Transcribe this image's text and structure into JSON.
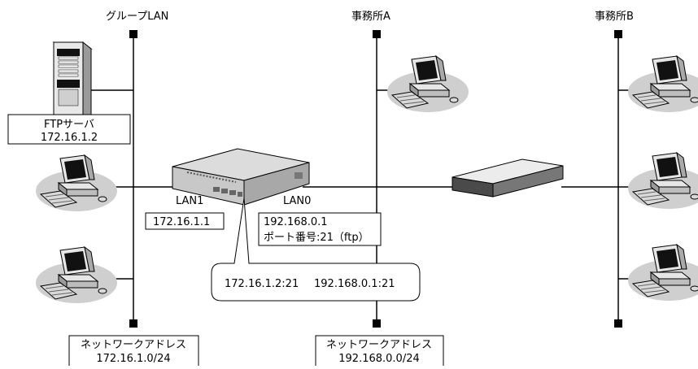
{
  "segments": {
    "group_lan": "グループLAN",
    "office_a": "事務所A",
    "office_b": "事務所B"
  },
  "ftp_server": {
    "name": "FTPサーバ",
    "ip": "172.16.1.2"
  },
  "router": {
    "lan1_label": "LAN1",
    "lan0_label": "LAN0",
    "lan1_ip": "172.16.1.1",
    "lan0_ip": "192.168.0.1",
    "lan0_port": "ポート番号:21（ftp）"
  },
  "nat_mapping": {
    "inside": "172.16.1.2:21",
    "outside": "192.168.0.1:21"
  },
  "networks": {
    "left_title": "ネットワークアドレス",
    "left_address": "172.16.1.0/24",
    "mid_title": "ネットワークアドレス",
    "mid_address": "192.168.0.0/24"
  }
}
